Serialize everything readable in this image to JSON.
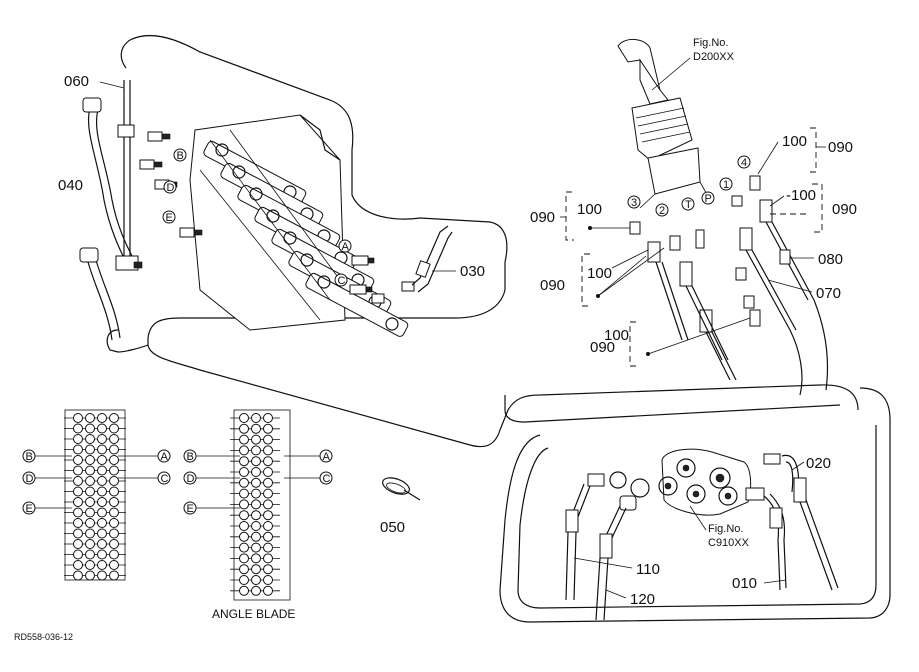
{
  "callouts": {
    "c010": "010",
    "c020": "020",
    "c030": "030",
    "c040": "040",
    "c050": "050",
    "c060": "060",
    "c070": "070",
    "c080": "080",
    "c090a": "090",
    "c090b": "090",
    "c090c": "090",
    "c090d": "090",
    "c090e": "090",
    "c100a": "100",
    "c100b": "100",
    "c100c": "100",
    "c100d": "-100",
    "c100e": "100",
    "c110": "110",
    "c120": "120"
  },
  "figure_refs": {
    "lever_line1": "Fig.No.",
    "lever_line2": "D200XX",
    "pump_line1": "Fig.No.",
    "pump_line2": "C910XX"
  },
  "port_letters": {
    "A": "A",
    "B": "B",
    "C": "C",
    "D": "D",
    "E": "E",
    "T": "T",
    "P": "P",
    "n1": "1",
    "n2": "2",
    "n3": "3",
    "n4": "4"
  },
  "caption_angle_blade": "ANGLE BLADE",
  "drawing_code": "RD558-036-12",
  "icons": [
    "valve-block-illustration",
    "control-lever-illustration",
    "hose-clamp-illustration",
    "pump-illustration"
  ]
}
